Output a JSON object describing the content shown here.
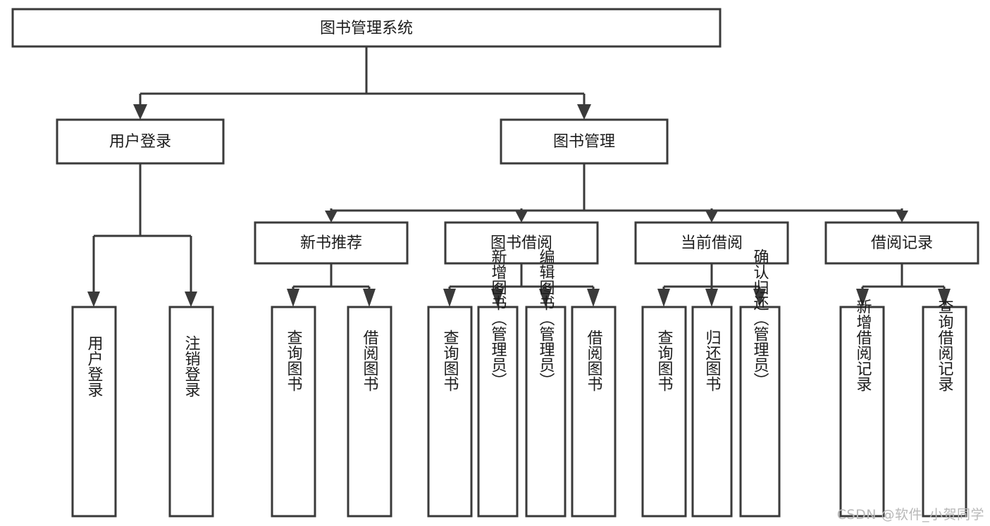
{
  "diagram": {
    "type": "tree",
    "title": "图书管理系统",
    "watermark": "CSDN @软件_小贺同学",
    "root": {
      "label": "图书管理系统"
    },
    "level2": [
      {
        "label": "用户登录"
      },
      {
        "label": "图书管理"
      }
    ],
    "level3": [
      {
        "label": "新书推荐"
      },
      {
        "label": "图书借阅"
      },
      {
        "label": "当前借阅"
      },
      {
        "label": "借阅记录"
      }
    ],
    "leaves": {
      "user_login": [
        {
          "label": "用户登录"
        },
        {
          "label": "注销登录"
        }
      ],
      "new_book_recommend": [
        {
          "label": "查询图书"
        },
        {
          "label": "借阅图书"
        }
      ],
      "book_borrow": [
        {
          "label": "查询图书"
        },
        {
          "label": "新增图书（管理员）"
        },
        {
          "label": "编辑图书（管理员）"
        },
        {
          "label": "借阅图书"
        }
      ],
      "current_borrow": [
        {
          "label": "查询图书"
        },
        {
          "label": "归还图书"
        },
        {
          "label": "确认归还（管理员）"
        }
      ],
      "borrow_record": [
        {
          "label": "新增借阅记录"
        },
        {
          "label": "查询借阅记录"
        }
      ]
    },
    "colors": {
      "stroke": "#3a3a3a",
      "fill": "#ffffff",
      "text": "#1c1c1c",
      "watermark": "#b8b8b8"
    }
  }
}
